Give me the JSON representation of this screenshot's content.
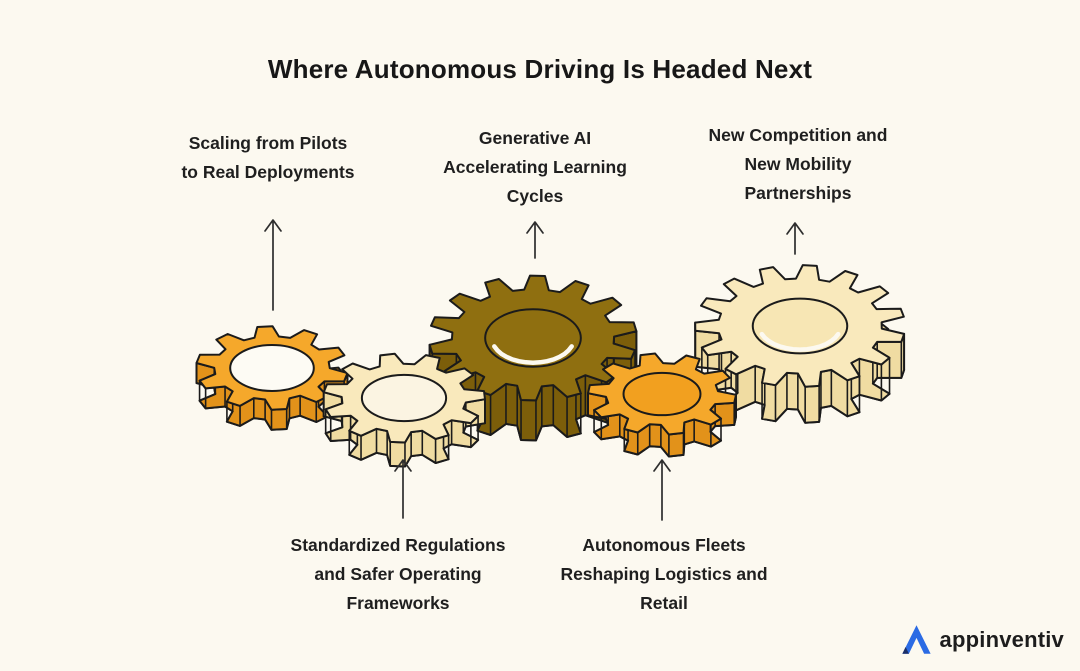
{
  "title": "Where Autonomous Driving Is Headed Next",
  "labels": [
    {
      "id": "scaling-pilots",
      "text": "Scaling from Pilots\nto Real Deployments"
    },
    {
      "id": "generative-ai",
      "text": "Generative AI\nAccelerating Learning\nCycles"
    },
    {
      "id": "new-competition",
      "text": "New Competition and\nNew Mobility\nPartnerships"
    },
    {
      "id": "regulations",
      "text": "Standardized Regulations\nand Safer Operating\nFrameworks"
    },
    {
      "id": "autonomous-fleets",
      "text": "Autonomous Fleets\nReshaping Logistics and\nRetail"
    }
  ],
  "gears": [
    {
      "name": "gear-scaling-pilots",
      "top_color": "#F5A82B",
      "side_color": "#E2921A",
      "hole_fill": "#FDFBF4",
      "bottom_sliver": false
    },
    {
      "name": "gear-regulations",
      "top_color": "#F9E9BC",
      "side_color": "#F0DCA2",
      "hole_fill": "#FBF4E2",
      "bottom_sliver": false
    },
    {
      "name": "gear-generative-ai",
      "top_color": "#8F6F10",
      "side_color": "#7C5E0A",
      "hole_fill": "#8F6F10",
      "bottom_sliver": true
    },
    {
      "name": "gear-autonomous-fleets",
      "top_color": "#F5A82B",
      "side_color": "#E2921A",
      "hole_fill": "#F2A01F",
      "bottom_sliver": false
    },
    {
      "name": "gear-new-competition",
      "top_color": "#F9E9BC",
      "side_color": "#F0DCA2",
      "hole_fill": "#F7E6B4",
      "bottom_sliver": true
    }
  ],
  "colors": {
    "background": "#FCF9F0",
    "outline": "#1B1B1B",
    "arrow": "#2E2E2E",
    "title_text": "#171717",
    "label_text": "#1F1F1F",
    "logo_blue": "#2B6BE4",
    "logo_navy": "#1C2F66",
    "logo_text": "#1D1D1D"
  },
  "logo": {
    "text": "appinventiv",
    "icon": "appinventiv-a-icon"
  }
}
